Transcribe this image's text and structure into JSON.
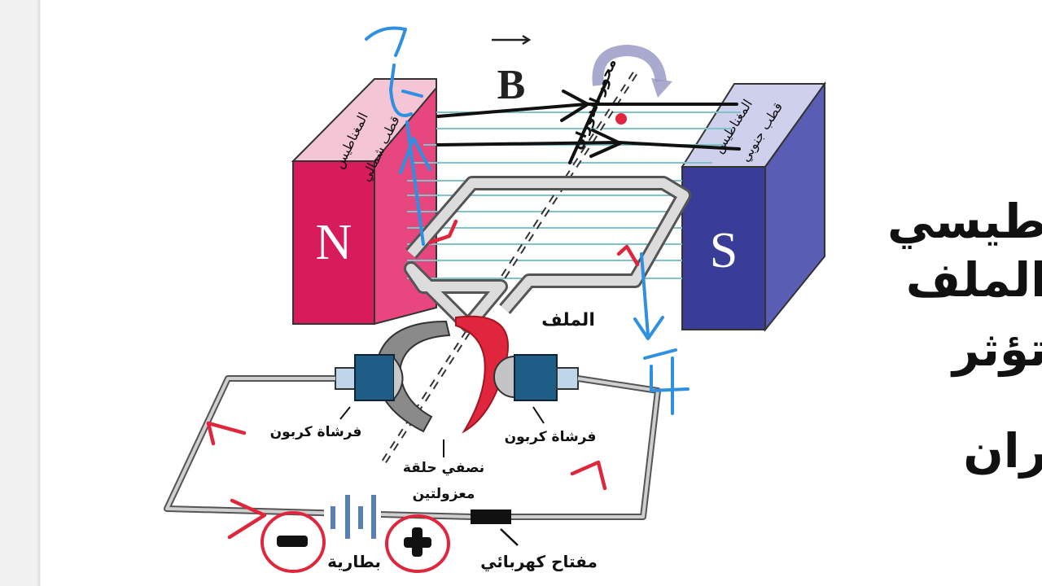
{
  "magnet_north": {
    "letter": "N",
    "side_line1": "المغناطيس",
    "side_line2": "قطب شمالي",
    "color_front": "#d81b5a",
    "color_side": "#e8467e",
    "color_top": "#f4c5d4"
  },
  "magnet_south": {
    "letter": "S",
    "side_line1": "المغناطيس",
    "side_line2": "قطب جنوبي",
    "color_front": "#3a3d97",
    "color_side": "#5a5db4",
    "color_top": "#cfd0ec"
  },
  "field_symbol": "B",
  "axis_label": "محور الدوران",
  "coil_label": "الملف",
  "brush_left_label": "فرشاة كربون",
  "brush_right_label": "فرشاة كربون",
  "commutator_label_line1": "نصفي حلقة",
  "commutator_label_line2": "معزولتين",
  "battery_label": "بطارية",
  "switch_label": "مفتاح كهربائي",
  "minus_sign": "−",
  "plus_sign": "+",
  "side_text": [
    "طيسي",
    "الملف",
    "تؤثر",
    "ران"
  ],
  "annotation_colors": {
    "blue": "#2f8fe0",
    "red": "#e0263c",
    "black": "#111111"
  }
}
